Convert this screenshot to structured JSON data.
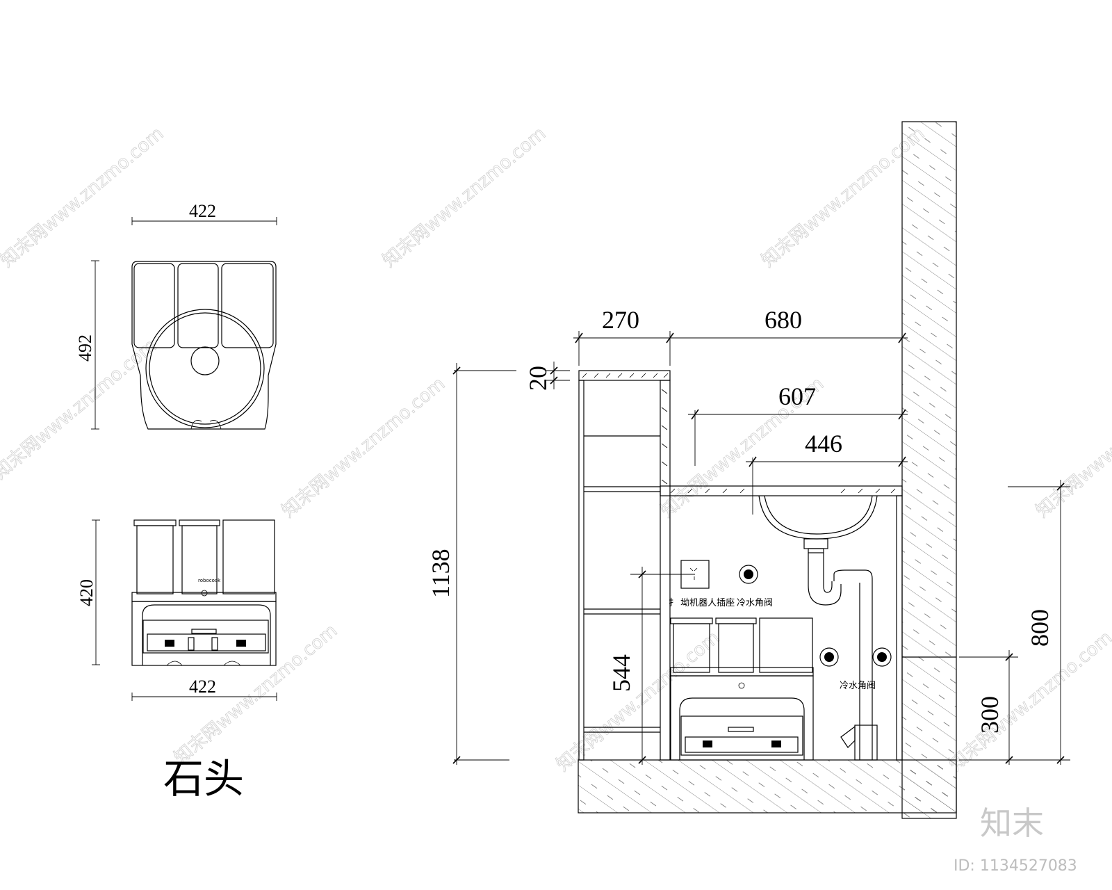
{
  "dimensions": {
    "top_width": "422",
    "top_depth": "492",
    "front_height": "420",
    "front_width": "422",
    "cabinet_width": "270",
    "span_to_wall": "680",
    "counter_thickness": "20",
    "total_height": "1138",
    "basin_offset": "607",
    "basin_width": "446",
    "outlet_height": "544",
    "pipe_height_800": "800",
    "pipe_height_300": "300"
  },
  "labels": {
    "material": "石头",
    "socket_note": "扌  坳机器人插座",
    "valve_note_upper": "冷水角阀",
    "valve_note_lower": "冷水角阀",
    "device_logo": "robocook"
  },
  "branding": {
    "logo": "知末",
    "id": "ID: 1134527083",
    "watermark": "知末网www.znzmo.com"
  }
}
